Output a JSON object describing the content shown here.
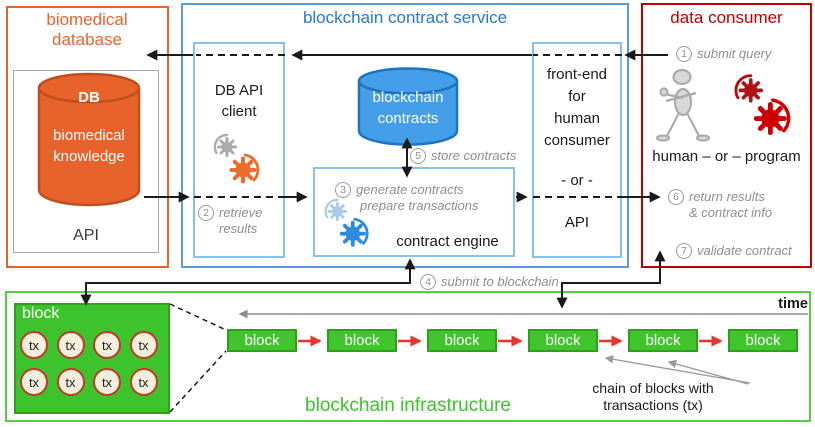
{
  "colors": {
    "orange": "#E8632C",
    "blue_border": "#5B9BD5",
    "blue_title": "#2678D2",
    "light_blue_border": "#85C1EB",
    "cylinder_blue": "#459FE8",
    "red": "#C00000",
    "green": "#3DC32B",
    "green_border": "#54CF43",
    "step_gray": "#8E8E8E",
    "chain_arrow_red": "#E8352C",
    "tx_fill": "#F4EFDC"
  },
  "icons": {
    "db_cylinder": "database-cylinder",
    "contracts_cylinder": "database-cylinder",
    "gear_pairs": "two-gears-with-rotation-arcs",
    "human": "stick-figure"
  },
  "biomedical": {
    "title": "biomedical database",
    "db": "DB",
    "knowledge": "biomedical knowledge",
    "api": "API"
  },
  "service": {
    "title": "blockchain contract service",
    "db_api_client": "DB API client",
    "step2": {
      "num": "2",
      "text": "retrieve results"
    },
    "contracts_cylinder": "blockchain contracts",
    "step5": {
      "num": "5",
      "text": "store contracts"
    },
    "step3": {
      "num": "3",
      "line1": "generate contracts",
      "line2": "prepare transactions"
    },
    "contract_engine": "contract engine",
    "frontend": {
      "line1": "front-end",
      "line2": "for",
      "line3": "human",
      "line4": "consumer",
      "separator": "- or -",
      "api": "API"
    }
  },
  "consumer": {
    "title": "data consumer",
    "step1": {
      "num": "1",
      "text": "submit query"
    },
    "caption": "human – or – program",
    "step6": {
      "num": "6",
      "line1": "return results",
      "line2": "& contract info"
    },
    "step7": {
      "num": "7",
      "text": "validate contract"
    }
  },
  "step4": {
    "num": "4",
    "text": "submit to blockchain"
  },
  "infrastructure": {
    "title": "blockchain infrastructure",
    "block_label": "block",
    "tx": "tx",
    "time": "time",
    "chain": [
      "block",
      "block",
      "block",
      "block",
      "block",
      "block"
    ],
    "caption": {
      "line1": "chain of blocks with",
      "line2": "transactions (tx)"
    }
  }
}
